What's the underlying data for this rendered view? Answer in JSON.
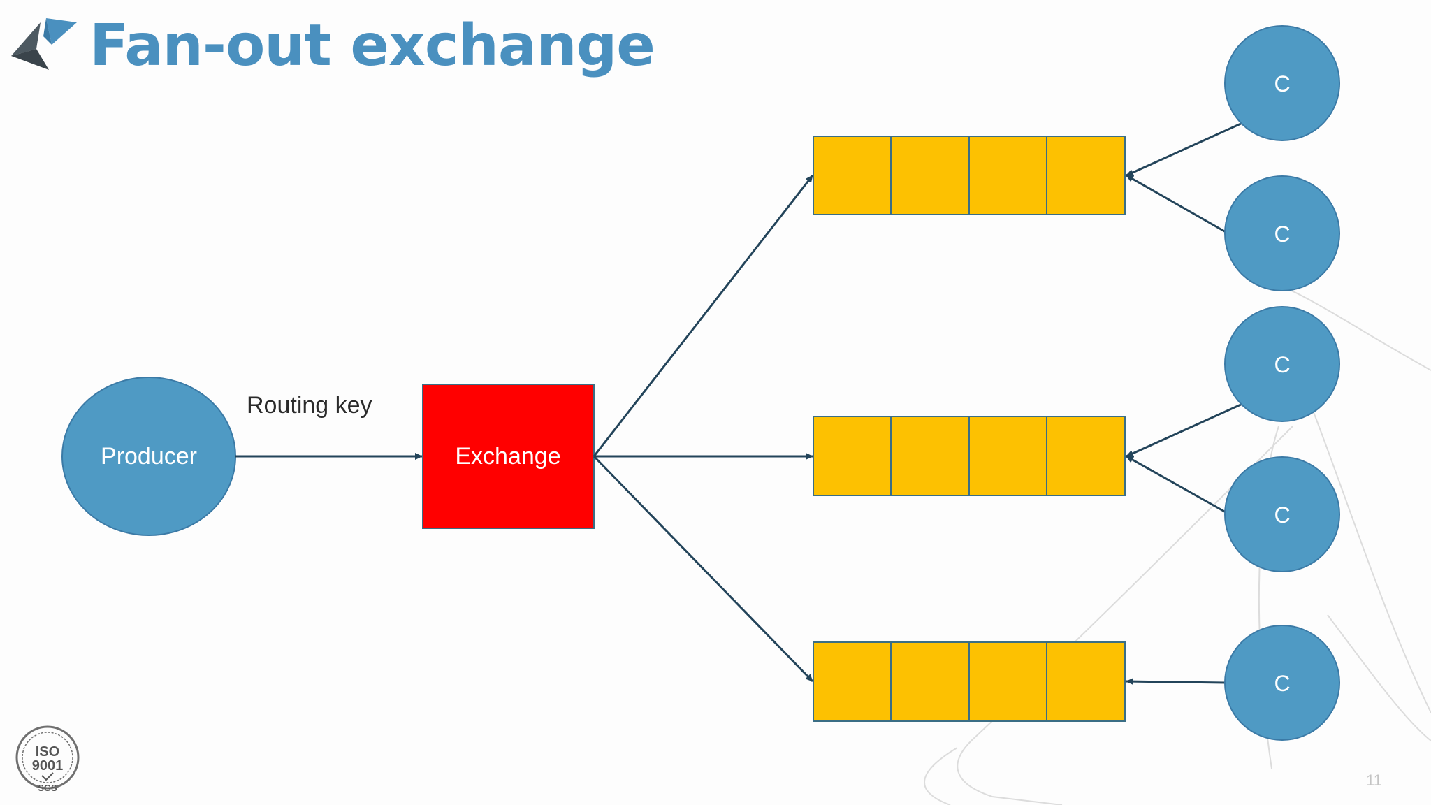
{
  "slide": {
    "title": "Fan-out exchange",
    "page_number": "11"
  },
  "diagram": {
    "producer_label": "Producer",
    "exchange_label": "Exchange",
    "routing_key_label": "Routing key",
    "consumer_label": "C",
    "colors": {
      "title": "#4a90bf",
      "consumer_fill": "#4f9ac4",
      "producer_fill": "#4f9ac4",
      "exchange_fill": "#ff0000",
      "queue_fill": "#fdc101",
      "queue_stroke": "#3b6e85",
      "arrow": "#23445a"
    }
  },
  "iso_badge": {
    "text_main": "ISO",
    "text_sub": "9001",
    "text_brand": "SGS"
  }
}
